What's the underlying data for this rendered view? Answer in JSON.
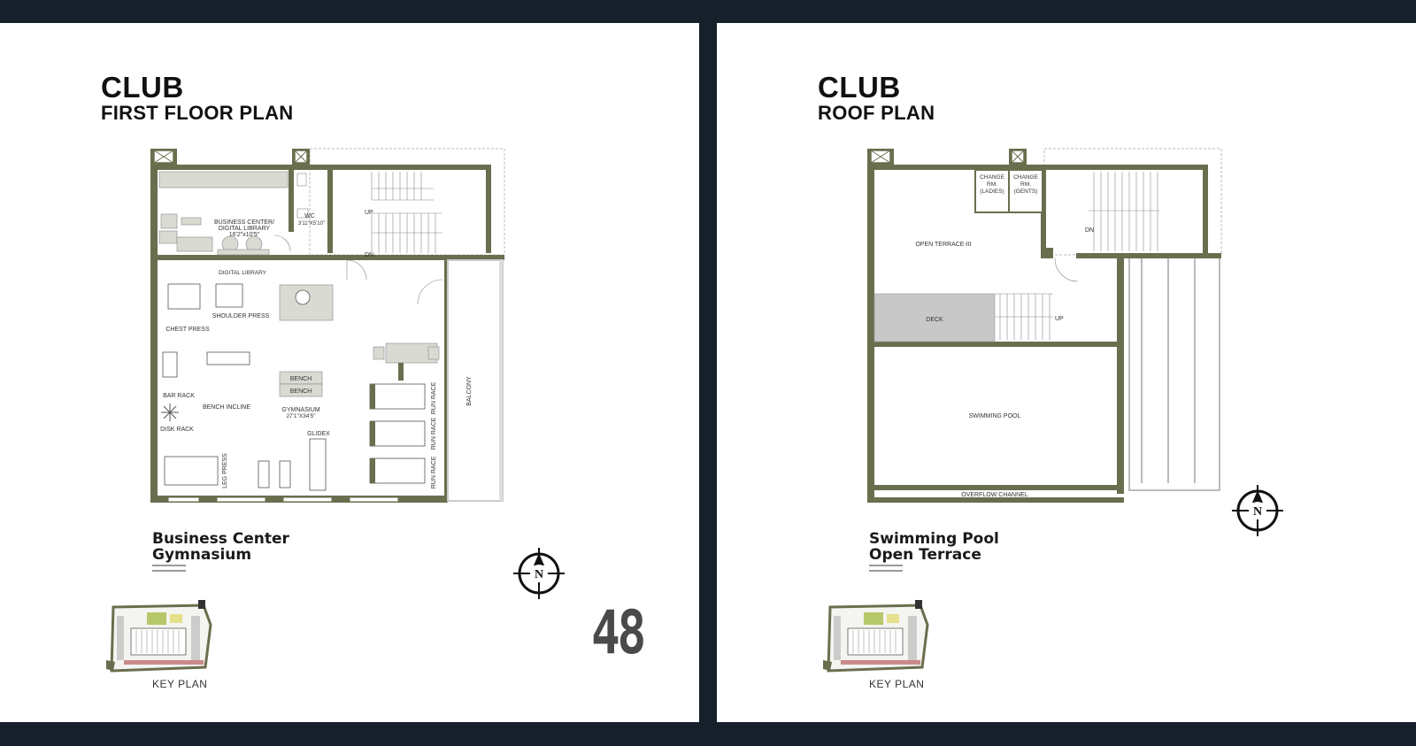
{
  "left_page": {
    "title": "CLUB",
    "subtitle": "FIRST FLOOR PLAN",
    "features": [
      "Business Center",
      "Gymnasium"
    ],
    "key_plan_label": "KEY PLAN",
    "page_number": "48",
    "compass_letter": "N",
    "plan_labels": {
      "business_center": "BUSINESS CENTER/",
      "digital_library_line": "DIGITAL LIBRARY",
      "business_center_size": "16'2\"x10'5\"",
      "wc": "WC",
      "wc_size": "3'11\"X5'10\"",
      "up": "UP",
      "dn": "DN",
      "digital_library": "DIGITAL LIBRARY",
      "chest_press": "CHEST PRESS",
      "shoulder_press": "SHOULDER PRESS",
      "bar_rack": "BAR RACK",
      "disk_rack": "DISK RACK",
      "bench_incline": "BENCH INCLINE",
      "bench": "BENCH",
      "gymnasium": "GYMNASIUM",
      "gymnasium_size": "27'1\"X34'5\"",
      "glidex": "GLIDEX",
      "leg_press": "LEG PRESS",
      "run_race": "RUN RACE",
      "balcony": "BALCONY"
    }
  },
  "right_page": {
    "title": "CLUB",
    "subtitle": "ROOF PLAN",
    "features": [
      "Swimming Pool",
      "Open Terrace"
    ],
    "key_plan_label": "KEY PLAN",
    "compass_letter": "N",
    "plan_labels": {
      "change_ladies_1": "CHANGE",
      "change_ladies_2": "RM.",
      "change_ladies_3": "(LADIES)",
      "change_gents_1": "CHANGE",
      "change_gents_2": "RM.",
      "change_gents_3": "(GENTS)",
      "open_terrace": "OPEN TERRACE-III",
      "dn": "DN",
      "up": "UP",
      "deck": "DECK",
      "swimming_pool": "SWIMMING POOL",
      "overflow_channel": "OVERFLOW CHANNEL"
    }
  },
  "colors": {
    "wall": "#6b6e4e",
    "background": "#16202a",
    "page": "#ffffff",
    "furniture": "#d9dbd3"
  },
  "icons": [
    "compass-icon",
    "key-plan-thumbnail"
  ]
}
